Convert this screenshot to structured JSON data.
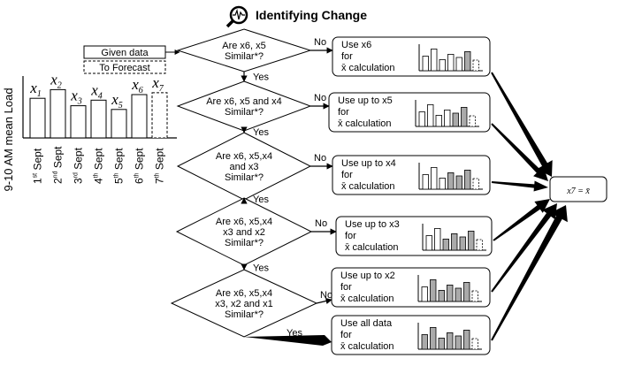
{
  "title": "Identifying Change",
  "legend": {
    "given": "Given data",
    "forecast": "To Forecast"
  },
  "chart": {
    "ylabel": "9-10 AM  mean Load",
    "bar_labels": [
      "x",
      "x",
      "x",
      "x",
      "x",
      "x",
      "x"
    ],
    "bar_subs": [
      "1",
      "2",
      "3",
      "4",
      "5",
      "6",
      "7"
    ],
    "days": [
      {
        "num": "1",
        "sup": "st",
        "rest": " Sept"
      },
      {
        "num": "2",
        "sup": "nd",
        "rest": " Sept"
      },
      {
        "num": "3",
        "sup": "rd",
        "rest": " Sept"
      },
      {
        "num": "4",
        "sup": "th",
        "rest": " Sept"
      },
      {
        "num": "5",
        "sup": "th",
        "rest": " Sept"
      },
      {
        "num": "6",
        "sup": "th",
        "rest": " Sept"
      },
      {
        "num": "7",
        "sup": "th",
        "rest": " Sept"
      }
    ],
    "values": [
      0.64,
      0.78,
      0.52,
      0.61,
      0.46,
      0.7,
      0.73
    ]
  },
  "decisions": [
    {
      "lines": [
        "Are x6, x5",
        "Similar*?"
      ]
    },
    {
      "lines": [
        "Are x6, x5 and x4",
        "Similar*?"
      ]
    },
    {
      "lines": [
        "Are x6, x5,x4",
        "and x3",
        "Similar*?"
      ]
    },
    {
      "lines": [
        "Are x6, x5,x4",
        "x3 and x2",
        "Similar*?"
      ]
    },
    {
      "lines": [
        "Are x6, x5,x4",
        "x3, x2 and x1",
        "Similar*?"
      ]
    }
  ],
  "yes": "Yes",
  "no": "No",
  "outcomes": [
    {
      "l1": "Use x6",
      "l2": "for",
      "l3": "x̄ calculation"
    },
    {
      "l1": "Use up to x5",
      "l2": "for",
      "l3": "x̄ calculation"
    },
    {
      "l1": "Use up to x4",
      "l2": "for",
      "l3": "x̄ calculation"
    },
    {
      "l1": "Use up to x3",
      "l2": "for",
      "l3": "x̄ calculation"
    },
    {
      "l1": "Use up to x2",
      "l2": "for",
      "l3": "x̄ calculation"
    },
    {
      "l1": "Use all data",
      "l2": "for",
      "l3": "x̄ calculation"
    }
  ],
  "result": "x7 = x̄"
}
